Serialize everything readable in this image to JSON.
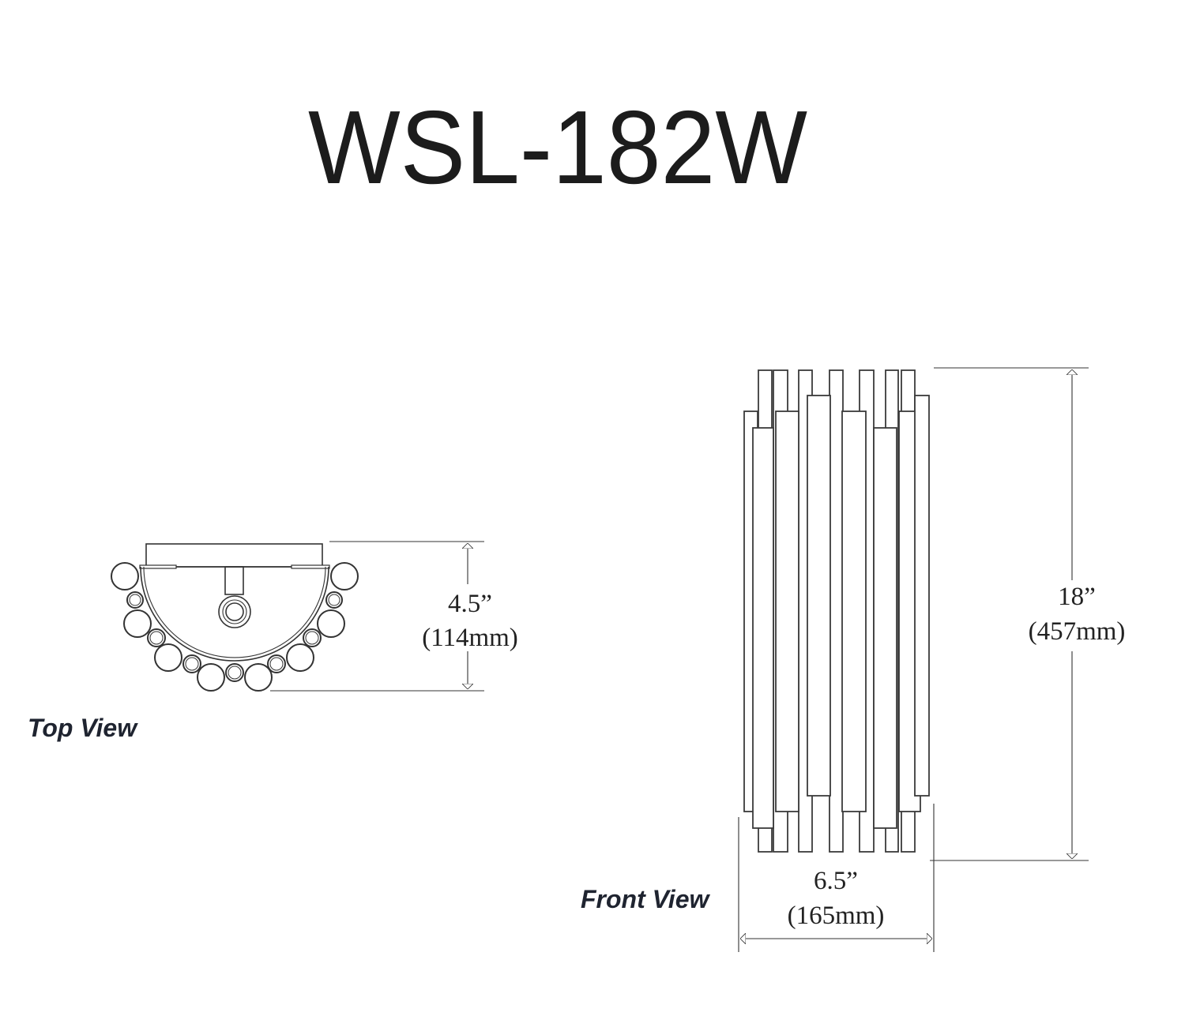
{
  "title": "WSL-182W",
  "top_view": {
    "label": "Top View",
    "depth_in": "4.5”",
    "depth_mm": "(114mm)"
  },
  "front_view": {
    "label": "Front View",
    "height_in": "18”",
    "height_mm": "(457mm)",
    "width_in": "6.5”",
    "width_mm": "(165mm)"
  },
  "colors": {
    "line": "#333333",
    "text": "#1c1c1c",
    "view_label": "#1f2430"
  }
}
